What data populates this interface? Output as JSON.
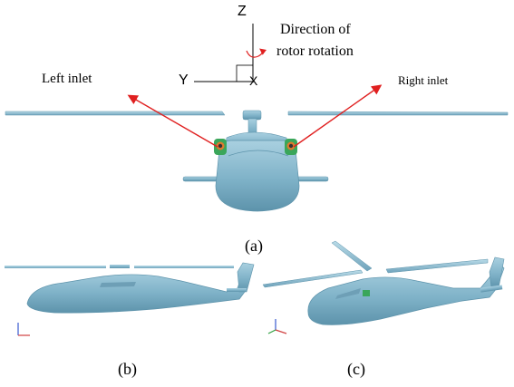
{
  "labels": {
    "left_inlet": "Left inlet",
    "right_inlet": "Right inlet",
    "direction_line1": "Direction of",
    "direction_line2": "rotor rotation",
    "axis_z": "Z",
    "axis_y": "Y",
    "axis_x": "X"
  },
  "captions": {
    "a": "(a)",
    "b": "(b)",
    "c": "(c)"
  },
  "colors": {
    "fuselage": "#7fb2c8",
    "fuselage_dark": "#5d93ab",
    "arrow": "#e02020",
    "axis": "#000000",
    "inlet_green": "#3aa65a",
    "inlet_orange": "#e07a2e"
  }
}
